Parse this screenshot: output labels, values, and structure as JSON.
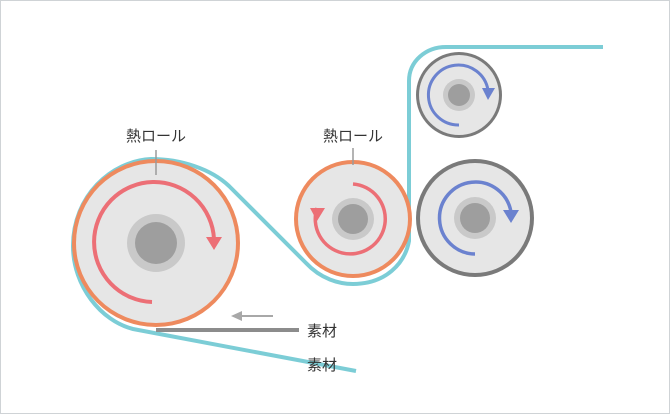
{
  "labels": {
    "heat_roll_left": "熱ロール",
    "heat_roll_center": "熱ロール",
    "material_upper": "素材",
    "material_lower": "素材"
  },
  "colors": {
    "teal_film": "#7ccdd6",
    "heat_orange": "#ee8a5e",
    "heat_arrow": "#ec6f76",
    "cool_arrow": "#6b82cf",
    "roll_gray_border": "#7a7a7a",
    "roll_face": "#e6e6e6",
    "hub_outer": "#c9c9c9",
    "hub_inner": "#9e9e9e",
    "material_line": "#8c8c8c",
    "text": "#333333"
  }
}
